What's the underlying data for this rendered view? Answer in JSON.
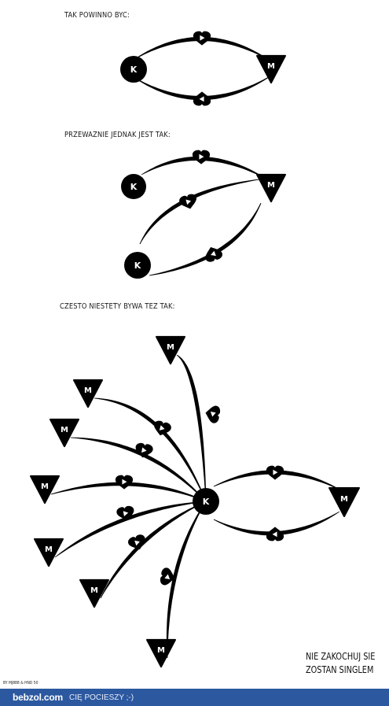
{
  "captions": {
    "ideal": "TAK POWINNO BYC:",
    "usual": "PRZEWAZNIE JEDNAK JEST TAK:",
    "often": "CZESTO NIESTETY BYWA TEZ TAK:"
  },
  "labels": {
    "woman": "K",
    "man": "M"
  },
  "moral": {
    "line1": "NIE ZAKOCHUJ SIE",
    "line2": "ZOSTAN SINGLEM"
  },
  "credit": "BY MJ888 & HND 50",
  "footer": {
    "logo": "bebzol.com",
    "tagline": "CIĘ POCIESZY ;-)"
  },
  "colors": {
    "ink": "#000000",
    "footer_bg": "#2c58a0",
    "footer_text": "#ffffff"
  },
  "icons": [
    "heart-arrow-icon",
    "circle-k-icon",
    "triangle-m-icon"
  ]
}
